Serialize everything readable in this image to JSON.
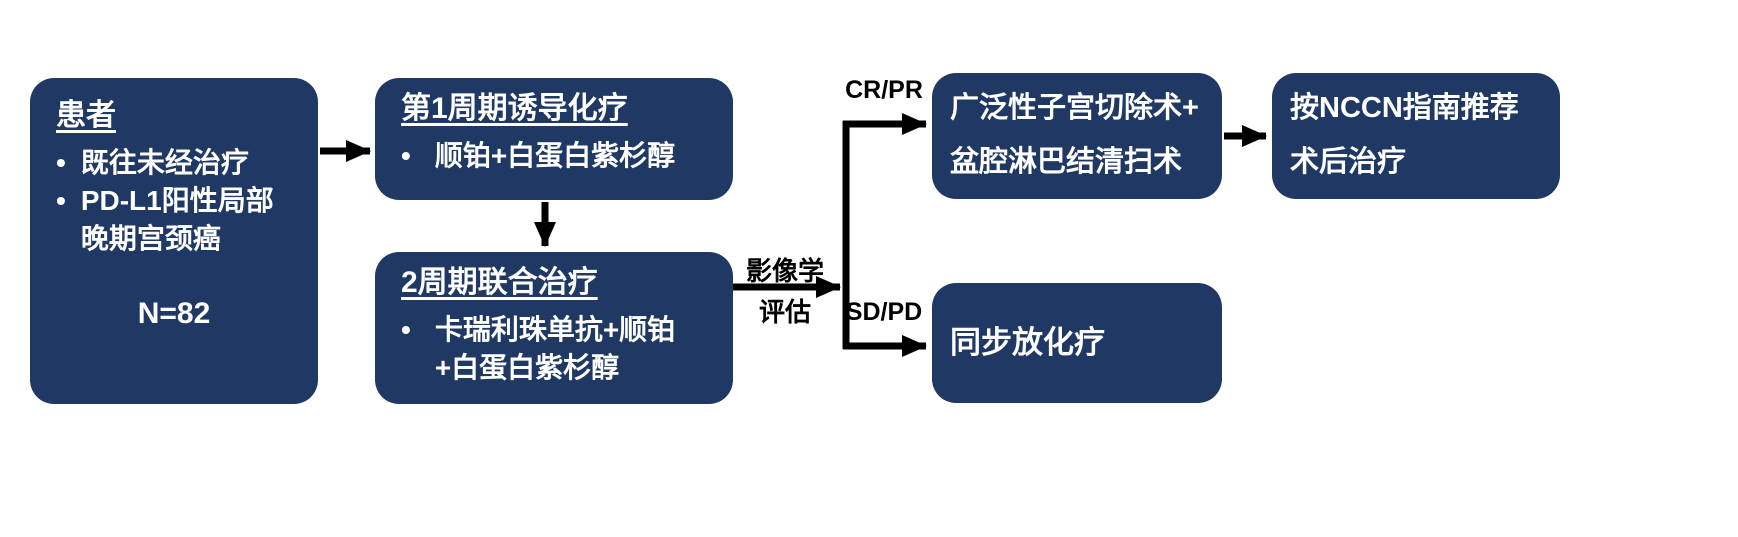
{
  "colors": {
    "box_bg": "#1f3864",
    "box_text": "#ffffff",
    "arrow": "#000000"
  },
  "patient_box": {
    "title": "患者",
    "bullet1": "既往未经治疗",
    "bullet2_line1": "PD-L1阳性局部",
    "bullet2_line2": "晚期宫颈癌",
    "n_label": "N=82"
  },
  "induction_box": {
    "title": "第1周期诱导化疗",
    "bullet1": "顺铂+白蛋白紫杉醇"
  },
  "combo_box": {
    "title": "2周期联合治疗",
    "bullet1_line1": "卡瑞利珠单抗+顺铂",
    "bullet1_line2": "+白蛋白紫杉醇"
  },
  "imaging_label": {
    "line1": "影像学",
    "line2": "评估"
  },
  "branch_labels": {
    "upper": "CR/PR",
    "lower": "SD/PD"
  },
  "surgery_box": {
    "line1": "广泛性子宫切除术+",
    "line2": "盆腔淋巴结清扫术"
  },
  "nccn_box": {
    "line1": "按NCCN指南推荐",
    "line2": "术后治疗"
  },
  "crt_box": {
    "label": "同步放化疗"
  }
}
